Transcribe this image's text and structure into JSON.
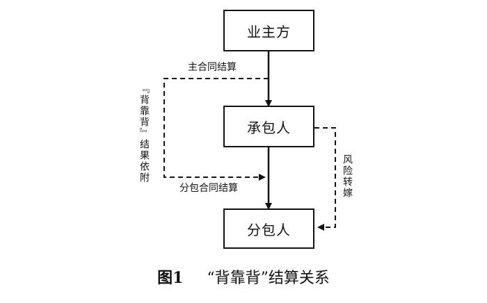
{
  "nodes": {
    "owner": "业主方",
    "contractor": "承包人",
    "subcontractor": "分包人"
  },
  "labels": {
    "main_contract": "主合同结算",
    "sub_contract": "分包合同结算",
    "back_to_back": "『背靠背』结果依附",
    "risk_transfer": "风险转嫁"
  },
  "caption": {
    "number": "图1",
    "title": "“背靠背”结算关系"
  }
}
